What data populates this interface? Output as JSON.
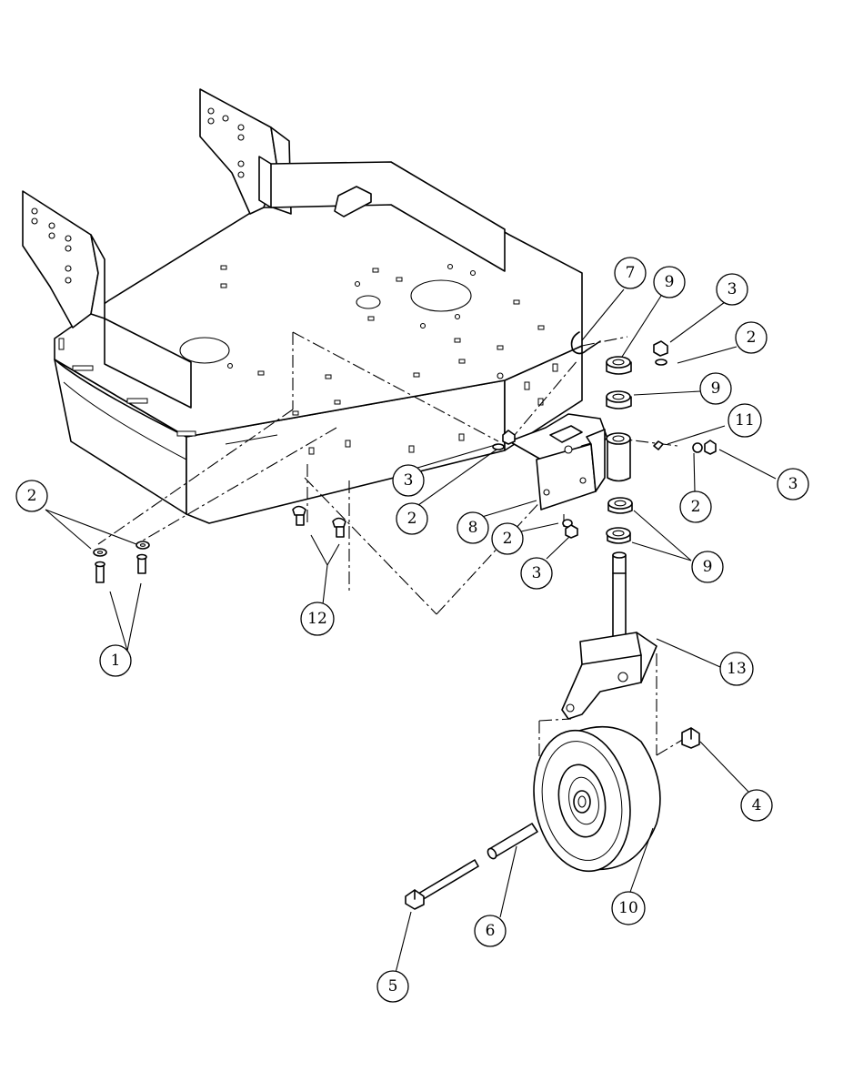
{
  "callouts": [
    {
      "id": "c7",
      "label": "7"
    },
    {
      "id": "c9a",
      "label": "9"
    },
    {
      "id": "c3a",
      "label": "3"
    },
    {
      "id": "c2a",
      "label": "2"
    },
    {
      "id": "c9b",
      "label": "9"
    },
    {
      "id": "c11",
      "label": "11"
    },
    {
      "id": "c3b",
      "label": "3"
    },
    {
      "id": "c2b",
      "label": "2"
    },
    {
      "id": "c3c",
      "label": "3"
    },
    {
      "id": "c2c",
      "label": "2"
    },
    {
      "id": "c8",
      "label": "8"
    },
    {
      "id": "c2d",
      "label": "2"
    },
    {
      "id": "c3d",
      "label": "3"
    },
    {
      "id": "c9c",
      "label": "9"
    },
    {
      "id": "c2e",
      "label": "2"
    },
    {
      "id": "c1",
      "label": "1"
    },
    {
      "id": "c12",
      "label": "12"
    },
    {
      "id": "c13",
      "label": "13"
    },
    {
      "id": "c4",
      "label": "4"
    },
    {
      "id": "c10",
      "label": "10"
    },
    {
      "id": "c6",
      "label": "6"
    },
    {
      "id": "c5",
      "label": "5"
    }
  ]
}
